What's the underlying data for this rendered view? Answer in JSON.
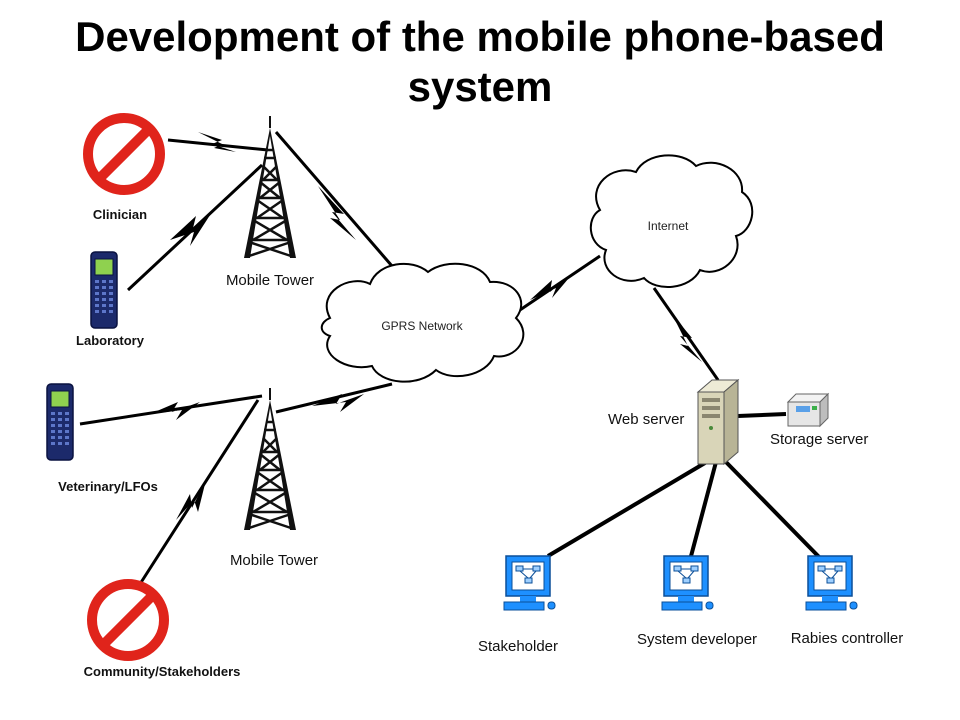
{
  "slide": {
    "title_line1": "Development of the mobile phone-based",
    "title_line2": "system"
  },
  "diagram": {
    "nodes": {
      "clinician": {
        "label": "Clinician",
        "icon": "no-entry-icon"
      },
      "laboratory": {
        "label": "Laboratory",
        "icon": "mobile-phone-icon"
      },
      "veterinary": {
        "label": "Veterinary/LFOs",
        "icon": "mobile-phone-icon"
      },
      "community": {
        "label": "Community/Stakeholders",
        "icon": "no-entry-icon"
      },
      "tower_top": {
        "label": "Mobile Tower",
        "icon": "cell-tower-icon"
      },
      "tower_bottom": {
        "label": "Mobile Tower",
        "icon": "cell-tower-icon"
      },
      "gprs": {
        "label": "GPRS Network",
        "icon": "cloud-icon"
      },
      "internet": {
        "label": "Internet",
        "icon": "cloud-icon"
      },
      "web_server": {
        "label": "Web server",
        "icon": "server-tower-icon"
      },
      "storage_server": {
        "label": "Storage server",
        "icon": "storage-drive-icon"
      },
      "stakeholder": {
        "label": "Stakeholder",
        "icon": "computer-icon"
      },
      "system_developer": {
        "label": "System developer",
        "icon": "computer-icon"
      },
      "rabies_controller": {
        "label": "Rabies controller",
        "icon": "computer-icon"
      }
    }
  },
  "colors": {
    "prohibition_red": "#e0241b",
    "phone_navy": "#1c2a6b",
    "phone_screen": "#8fd14f",
    "server_beige": "#d9d5b8",
    "monitor_blue": "#1e90ff",
    "link_black": "#000000"
  }
}
